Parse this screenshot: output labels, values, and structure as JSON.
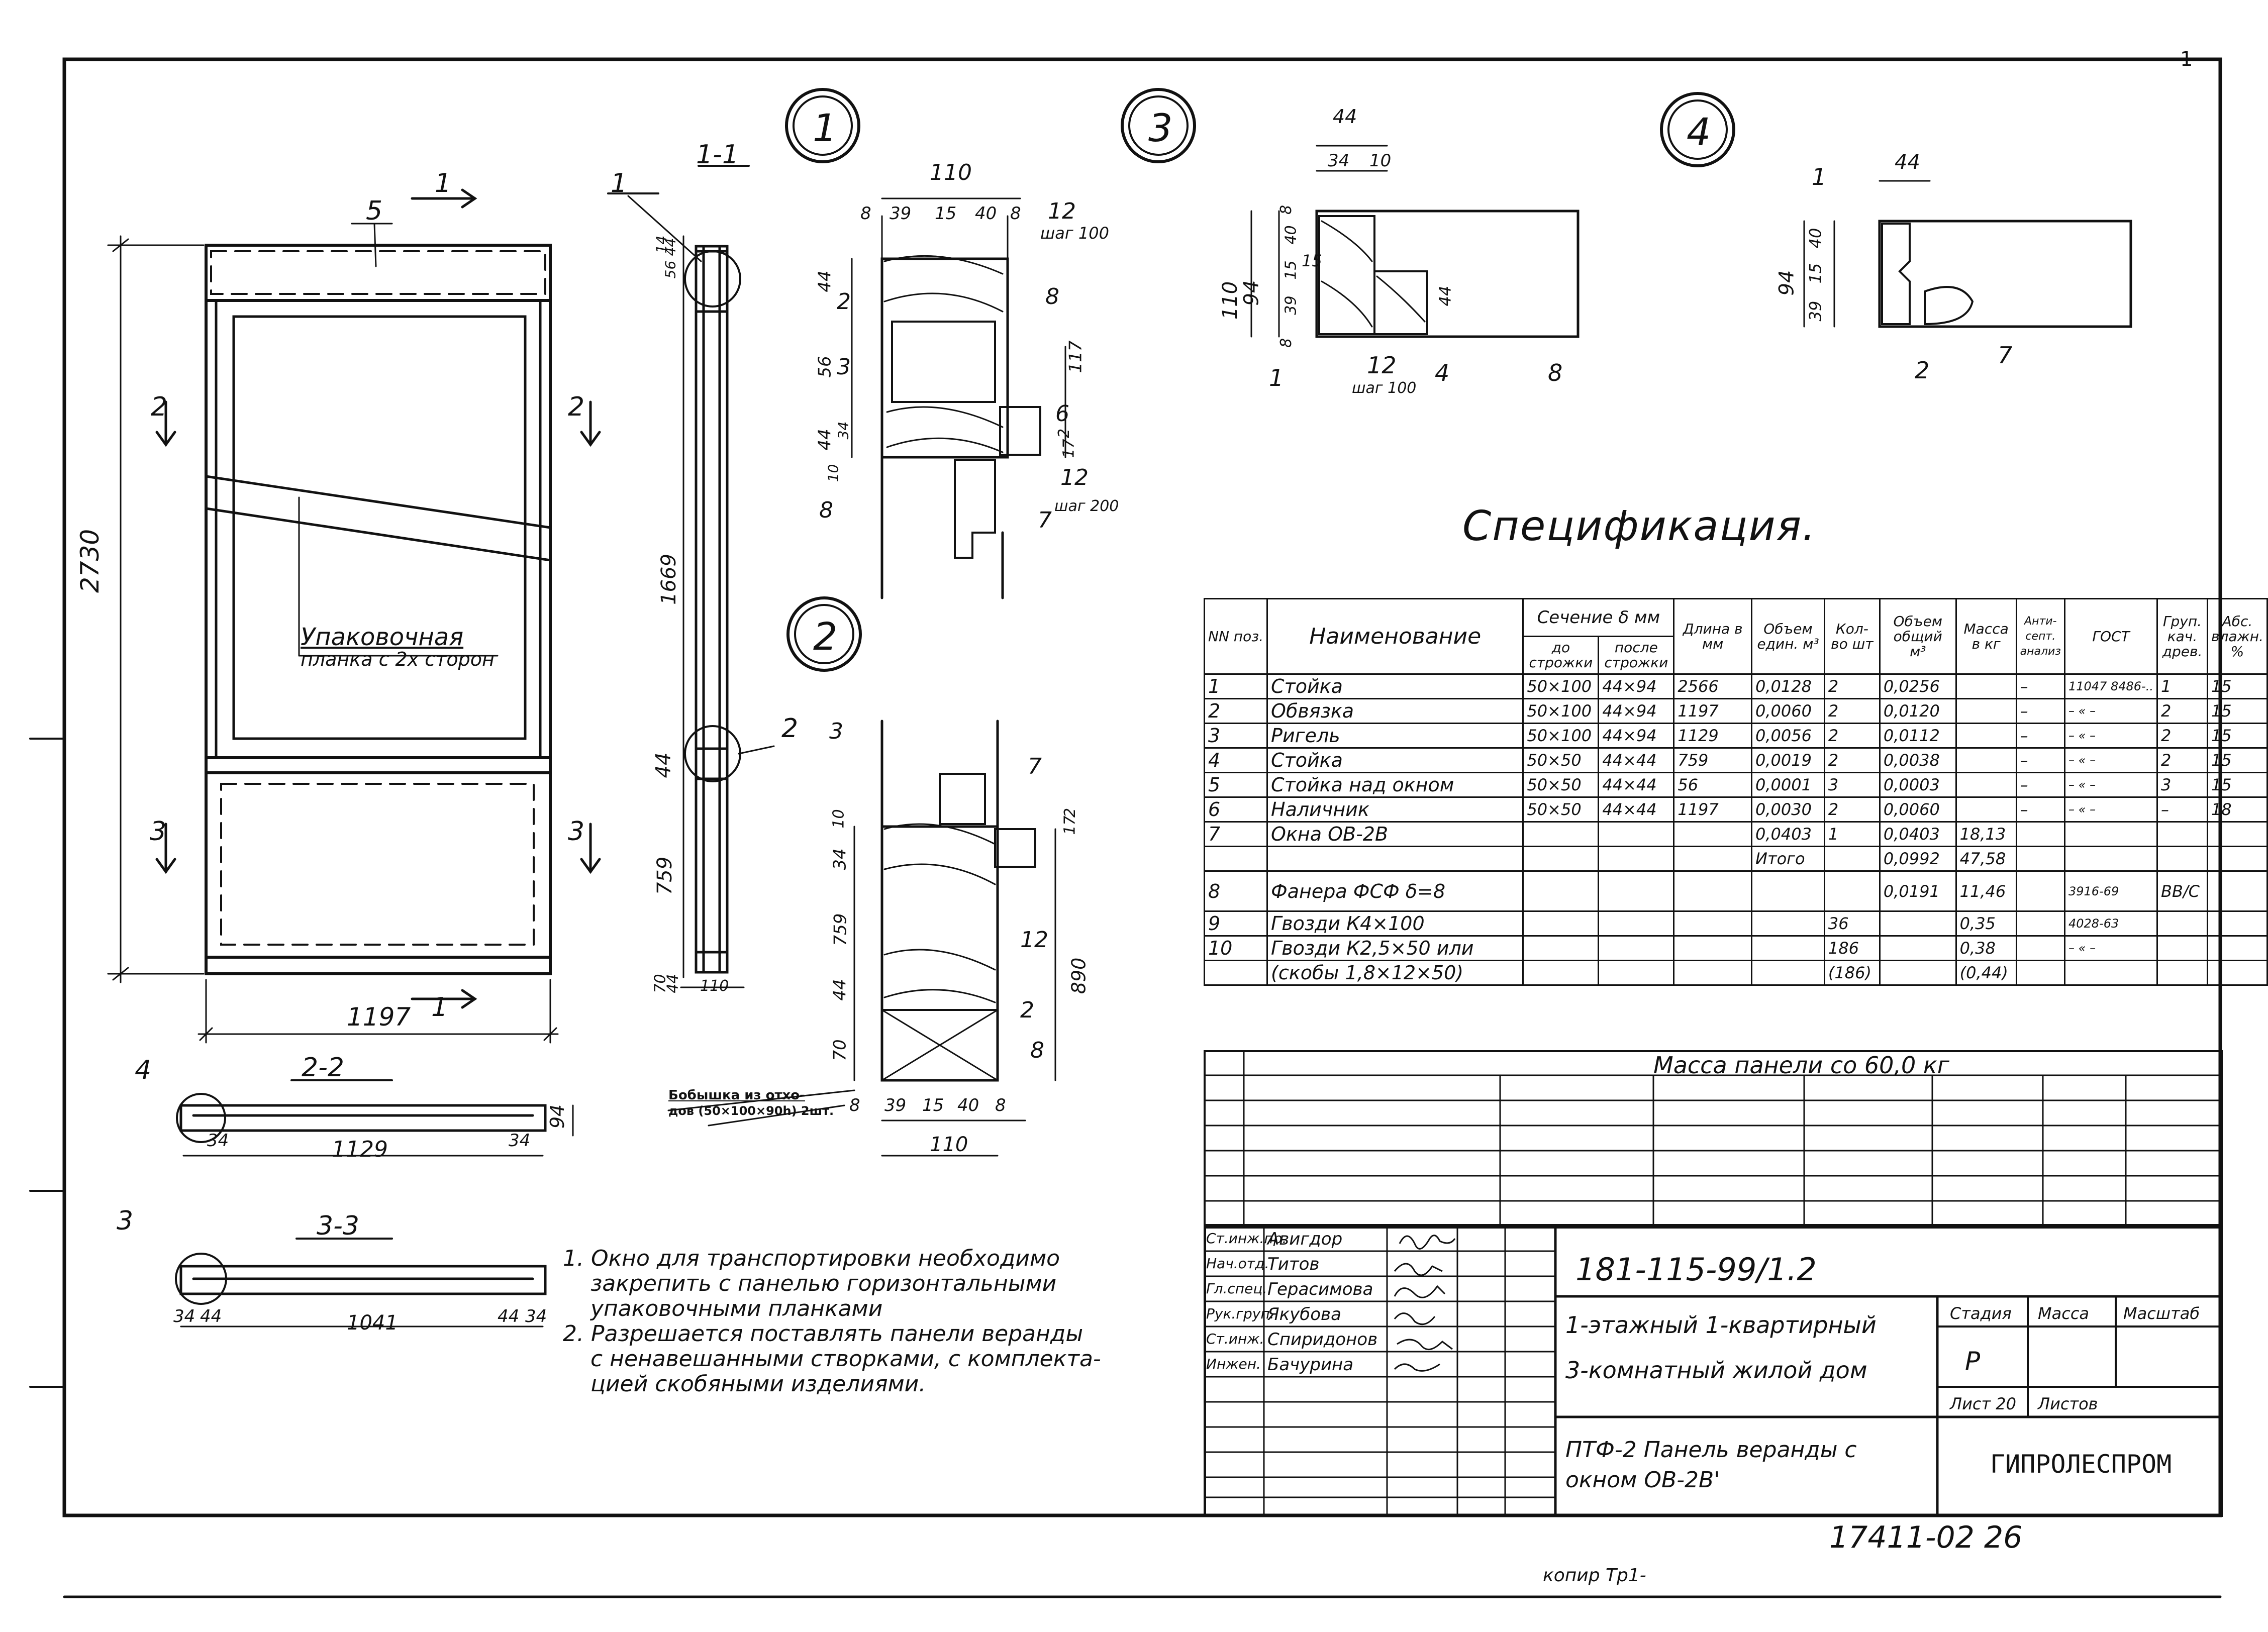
{
  "page": {
    "number": "1"
  },
  "sections": {
    "circle_1": "1",
    "circle_2": "2",
    "circle_3": "3",
    "circle_4": "4",
    "sec_1_1": "1-1",
    "sec_2_2": "2-2",
    "sec_3_3": "3-3"
  },
  "elevation": {
    "height": "2730",
    "width": "1197",
    "label_5": "5",
    "cut1_top": "1",
    "cut1_bottom": "1",
    "cut2_left": "2",
    "cut2_right": "2",
    "cut3_left": "3",
    "cut3_right": "3",
    "packing_line1": "Упаковочная",
    "packing_line2": "планка с 2х сторон"
  },
  "section_1_1": {
    "callout_1": "1",
    "callout_2": "2",
    "dims": [
      "14",
      "56",
      "44",
      "1669",
      "44",
      "759",
      "70",
      "44",
      "110"
    ]
  },
  "section_2_2": {
    "callout_4": "4",
    "dim_34a": "34",
    "dim_1129": "1129",
    "dim_34b": "34",
    "dim_94": "94"
  },
  "section_3_3": {
    "callout_3": "3",
    "dims": [
      "34",
      "44",
      "1041",
      "44",
      "34"
    ]
  },
  "detail_1": {
    "dim_110": "110",
    "dims_top": [
      "8",
      "39",
      "15",
      "40",
      "8"
    ],
    "step_12": "12",
    "step_100": "шаг 100",
    "c2": "2",
    "c8a": "8",
    "c3": "3",
    "c6": "6",
    "c12b": "12",
    "step_200": "шаг 200",
    "c7": "7",
    "c8b": "8",
    "v_dims": [
      "44",
      "56",
      "44",
      "34",
      "10"
    ],
    "r_dims": [
      "117",
      "2",
      "17"
    ]
  },
  "detail_2": {
    "c3": "3",
    "c7": "7",
    "c12": "12",
    "c2": "2",
    "c8": "8",
    "v_dims": [
      "10",
      "34",
      "759",
      "44",
      "70"
    ],
    "r_dims": [
      "17",
      "2",
      "890"
    ],
    "dims_bottom": [
      "8",
      "39",
      "15",
      "40",
      "8"
    ],
    "dim_110": "110",
    "note_line1": "Бобышка из отхо-",
    "note_line2": "дов (50×100×90h) 2шт."
  },
  "detail_3": {
    "dim_44": "44",
    "dim_34": "34",
    "dim_10": "10",
    "v_dims": [
      "8",
      "40",
      "15",
      "39",
      "8"
    ],
    "dim_94": "94",
    "dim_110": "110",
    "c15": "15",
    "c44": "44",
    "c12": "12",
    "step_100": "шаг 100",
    "c1": "1",
    "c4": "4",
    "c8": "8"
  },
  "detail_4": {
    "dim_44": "44",
    "dim_94": "94",
    "v_dims": [
      "40",
      "15",
      "39"
    ],
    "c1": "1",
    "c2": "2",
    "c7": "7"
  },
  "spec": {
    "title": "Спецификация.",
    "headers": {
      "pos": "NN поз.",
      "name": "Наименование",
      "section": "Сечение δ мм",
      "before": "до строжки",
      "after": "после строжки",
      "length": "Длина в мм",
      "vol_unit": "Объем един. м³",
      "qty": "Кол-во шт",
      "vol_total": "Объем общий м³",
      "mass": "Масса в кг",
      "antisept": "Анти-септ. анализ",
      "gost": "ГОСТ",
      "grade": "Груп. кач. древ.",
      "humidity": "Абс. влажн. %"
    },
    "rows": [
      [
        "1",
        "Стойка",
        "50×100",
        "44×94",
        "2566",
        "0,0128",
        "2",
        "0,0256",
        "",
        "–",
        "11047 8486-..",
        "1",
        "15"
      ],
      [
        "2",
        "Обвязка",
        "50×100",
        "44×94",
        "1197",
        "0,0060",
        "2",
        "0,0120",
        "",
        "–",
        "– « –",
        "2",
        "15"
      ],
      [
        "3",
        "Ригель",
        "50×100",
        "44×94",
        "1129",
        "0,0056",
        "2",
        "0,0112",
        "",
        "–",
        "– « –",
        "2",
        "15"
      ],
      [
        "4",
        "Стойка",
        "50×50",
        "44×44",
        "759",
        "0,0019",
        "2",
        "0,0038",
        "",
        "–",
        "– « –",
        "2",
        "15"
      ],
      [
        "5",
        "Стойка над окном",
        "50×50",
        "44×44",
        "56",
        "0,0001",
        "3",
        "0,0003",
        "",
        "–",
        "– « –",
        "3",
        "15"
      ],
      [
        "6",
        "Наличник",
        "50×50",
        "44×44",
        "1197",
        "0,0030",
        "2",
        "0,0060",
        "",
        "–",
        "– « –",
        "–",
        "18"
      ],
      [
        "7",
        "Окна ОВ-2В",
        "",
        "",
        "",
        "0,0403",
        "1",
        "0,0403",
        "18,13",
        "",
        "",
        "",
        ""
      ],
      [
        "",
        "",
        "",
        "",
        "",
        "Итого",
        "",
        "0,0992",
        "47,58",
        "",
        "",
        "",
        ""
      ],
      [
        "8",
        "Фанера ФСФ δ=8",
        "",
        "",
        "",
        "",
        "",
        "0,0191",
        "11,46",
        "",
        "3916-69",
        "ВВ/С",
        ""
      ],
      [
        "9",
        "Гвозди К4×100",
        "",
        "",
        "",
        "",
        "36",
        "",
        "0,35",
        "",
        "4028-63",
        "",
        ""
      ],
      [
        "10",
        "Гвозди К2,5×50 или",
        "",
        "",
        "",
        "",
        "186",
        "",
        "0,38",
        "",
        "– « –",
        "",
        ""
      ],
      [
        "",
        "(скобы 1,8×12×50)",
        "",
        "",
        "",
        "",
        "(186)",
        "",
        "(0,44)",
        "",
        "",
        "",
        ""
      ]
    ],
    "mass_note": "Масса панели со 60,0 кг"
  },
  "notes": [
    "1. Окно для транспортировки необходимо",
    "закрепить с панелью горизонтальными",
    "упаковочными планками",
    "2. Разрешается поставлять панели веранды",
    "с ненавешанными створками, с комплекта-",
    "цией скобяными изделиями."
  ],
  "title_block": {
    "people": [
      [
        "Ст.инж.пр.",
        "Авигдор"
      ],
      [
        "Нач.отд.",
        "Титов"
      ],
      [
        "Гл.спец.",
        "Герасимова"
      ],
      [
        "Рук.груп.",
        "Якубова"
      ],
      [
        "Ст.инж.",
        "Спиридонов"
      ],
      [
        "Инжен.",
        "Бачурина"
      ]
    ],
    "doc_code": "181-115-99/1.2",
    "project_line1": "1-этажный 1-квартирный",
    "project_line2": "3-комнатный жилой дом",
    "stage_h": "Стадия",
    "mass_h": "Масса",
    "scale_h": "Масштаб",
    "stage": "Р",
    "sheet": "Лист 20",
    "sheets": "Листов",
    "sheet_title_line1": "ПТФ-2 Панель веранды с",
    "sheet_title_line2": "окном ОВ-2В'",
    "org": "ГИПРОЛЕСПРОМ"
  },
  "bottom": {
    "archive": "17411-02  26",
    "copy": "копир Тр1-"
  }
}
